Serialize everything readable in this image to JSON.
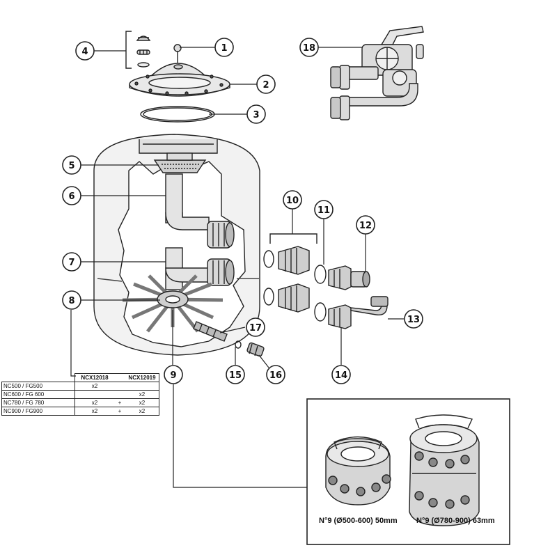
{
  "callouts": [
    "1",
    "2",
    "3",
    "4",
    "5",
    "6",
    "7",
    "8",
    "9",
    "10",
    "11",
    "12",
    "13",
    "14",
    "15",
    "16",
    "17",
    "18"
  ],
  "table": {
    "headers": [
      "NCX12018",
      "NCX12019"
    ],
    "rows": [
      {
        "model": "NC500 / FG500",
        "c1": "x2",
        "plus": "",
        "c2": ""
      },
      {
        "model": "NC600 / FG 600",
        "c1": "",
        "plus": "",
        "c2": "x2"
      },
      {
        "model": "NC780 / FG 780",
        "c1": "x2",
        "plus": "+",
        "c2": "x2"
      },
      {
        "model": "NC900 / FG900",
        "c1": "x2",
        "plus": "+",
        "c2": "x2"
      }
    ]
  },
  "inset": {
    "caption_small": "N°9 (Ø500-600) 50mm",
    "caption_large": "N°9 (Ø780-900) 63mm"
  }
}
